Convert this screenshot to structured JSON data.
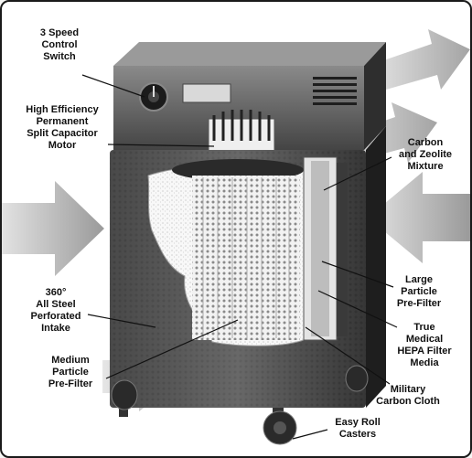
{
  "callouts": {
    "speed_switch": "3 Speed\nControl\nSwitch",
    "motor": "High Efficiency\nPermanent\nSplit Capacitor\nMotor",
    "carbon_zeolite": "Carbon\nand Zeolite\nMixture",
    "intake": "360°\nAll Steel\nPerforated\nIntake",
    "large_prefilter": "Large\nParticle\nPre-Filter",
    "hepa": "True\nMedical\nHEPA Filter\nMedia",
    "medium_prefilter": "Medium\nParticle\nPre-Filter",
    "carbon_cloth": "Military\nCarbon Cloth",
    "casters": "Easy Roll\nCasters"
  },
  "colors": {
    "housing_dark": "#2b2b2b",
    "housing_mid": "#5a5a5a",
    "airflow_arrow": "#c9c9c9",
    "filter_white": "#efefef"
  }
}
